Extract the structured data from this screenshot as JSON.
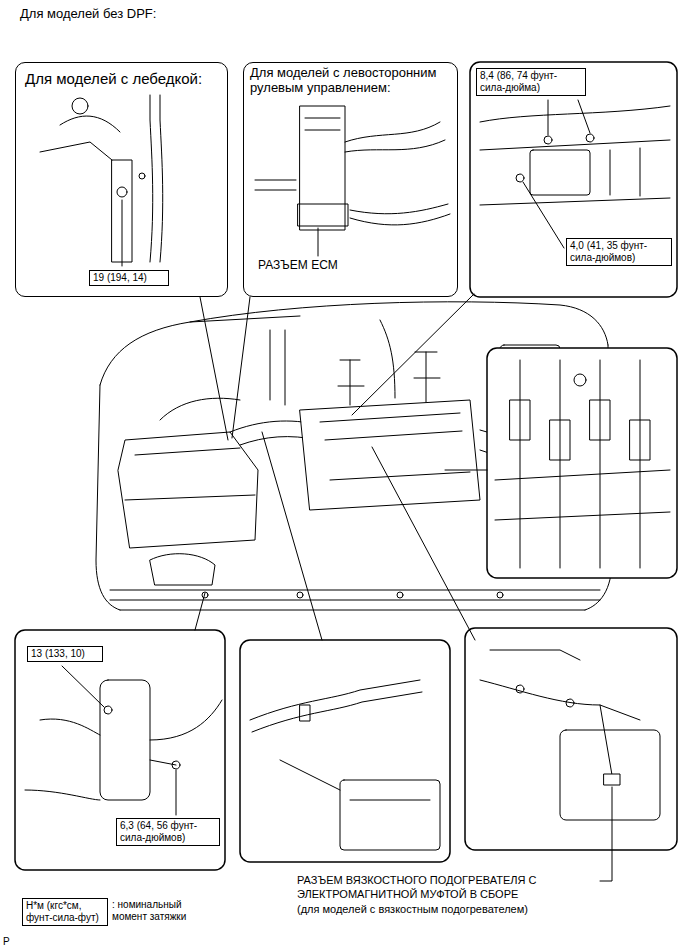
{
  "diagram": {
    "title": "Для моделей без DPF:",
    "nodes": [
      {
        "text": [
          "Для моделей с лебедкой:"
        ]
      },
      {
        "text": [
          "19 (194, 14)"
        ],
        "in": 0
      },
      {
        "text": [
          "Для моделей с левосторонним рулевым управлением:",
          "РАЗЪЕМ ECM"
        ]
      },
      {
        "text": [
          "8,4 (86, 74 фунт-сила-дюйма)"
        ]
      },
      {
        "text": [
          "4,0 (41, 35 фунт-сила-дюймов)"
        ]
      },
      {
        "text": [
          "13 (133, 10)"
        ]
      },
      {
        "text": [
          "6,3 (64, 56 фунт-сила-дюймов)"
        ]
      },
      {
        "text": [
          "Н*м (кгс*см, фунт-сила-фут)"
        ]
      }
    ],
    "labels": [
      "РАЗЪЕМ ВЯЗКОСТНОГО ПОДОГРЕВАТЕЛЯ С ЭЛЕКТРОМАГНИТНОЙ МУФТОЙ В СБОРЕ",
      "(для моделей с вязкостным подогревателем)",
      "P"
    ],
    "legend": [
      {
        "text": ": номинальный момент затяжки"
      }
    ]
  }
}
